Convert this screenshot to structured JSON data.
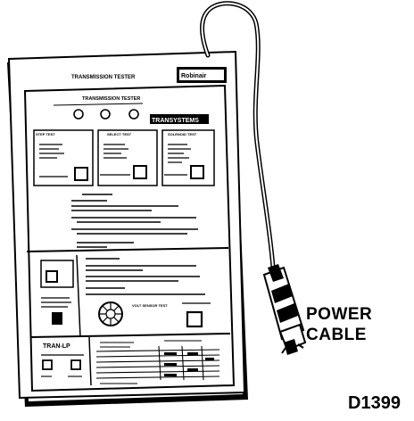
{
  "device": {
    "header_title": "TRANSMISSION TESTER",
    "brand": "Robinair",
    "panel_title": "TRANSMISSION TESTER",
    "badge": "TRANSYSTEMS",
    "section_labels": [
      "STEP TEST",
      "SELECT TEST",
      "SOLENOID TEST",
      "TRAN-LP"
    ],
    "knob_label": "VOLT SENSOR TEST"
  },
  "callout": {
    "line1": "POWER",
    "line2": "CABLE"
  },
  "figure_id": "D1399"
}
